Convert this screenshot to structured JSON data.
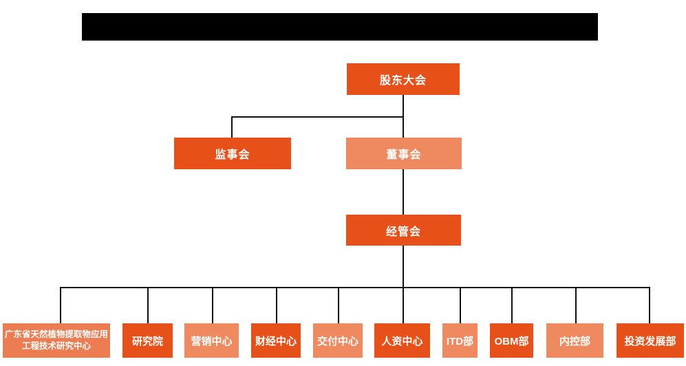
{
  "colors": {
    "primary_orange": "#E85019",
    "secondary_salmon": "#EF8A60",
    "long_box_salmon": "#EC7C52",
    "redacted_bar": "#000000",
    "connector_line": "#111111",
    "node_text": "#FFFFFF",
    "background": "#FFFFFF"
  },
  "nodes": [
    {
      "id": "shareholders-meeting",
      "label": "股东大会",
      "color": "#E85019",
      "level": 1
    },
    {
      "id": "supervisory-board",
      "label": "监事会",
      "color": "#E85019",
      "level": 2
    },
    {
      "id": "board-of-directors",
      "label": "董事会",
      "color": "#EF8A60",
      "level": 2
    },
    {
      "id": "management-committee",
      "label": "经管会",
      "color": "#E85019",
      "level": 3
    },
    {
      "id": "gd-natural-plant-extract-research-center",
      "label": "广东省天然植物提取物应用工程技术研究中心",
      "color": "#EC7C52",
      "level": 4
    },
    {
      "id": "research-institute",
      "label": "研究院",
      "color": "#E85019",
      "level": 4
    },
    {
      "id": "marketing-center",
      "label": "营销中心",
      "color": "#EF8A60",
      "level": 4
    },
    {
      "id": "finance-center",
      "label": "财经中心",
      "color": "#E85019",
      "level": 4
    },
    {
      "id": "delivery-center",
      "label": "交付中心",
      "color": "#EF8A60",
      "level": 4
    },
    {
      "id": "hr-center",
      "label": "人资中心",
      "color": "#E85019",
      "level": 4
    },
    {
      "id": "itd-dept",
      "label": "ITD部",
      "color": "#EF8A60",
      "level": 4
    },
    {
      "id": "obm-dept",
      "label": "OBM部",
      "color": "#E85019",
      "level": 4
    },
    {
      "id": "internal-control-dept",
      "label": "内控部",
      "color": "#EF8A60",
      "level": 4
    },
    {
      "id": "investment-development-dept",
      "label": "投资发展部",
      "color": "#E85019",
      "level": 4
    }
  ],
  "edges": [
    {
      "from": "shareholders-meeting",
      "to": "supervisory-board"
    },
    {
      "from": "shareholders-meeting",
      "to": "board-of-directors"
    },
    {
      "from": "board-of-directors",
      "to": "management-committee"
    },
    {
      "from": "management-committee",
      "to": "gd-natural-plant-extract-research-center"
    },
    {
      "from": "management-committee",
      "to": "research-institute"
    },
    {
      "from": "management-committee",
      "to": "marketing-center"
    },
    {
      "from": "management-committee",
      "to": "finance-center"
    },
    {
      "from": "management-committee",
      "to": "delivery-center"
    },
    {
      "from": "management-committee",
      "to": "hr-center"
    },
    {
      "from": "management-committee",
      "to": "itd-dept"
    },
    {
      "from": "management-committee",
      "to": "obm-dept"
    },
    {
      "from": "management-committee",
      "to": "internal-control-dept"
    },
    {
      "from": "management-committee",
      "to": "investment-development-dept"
    }
  ]
}
